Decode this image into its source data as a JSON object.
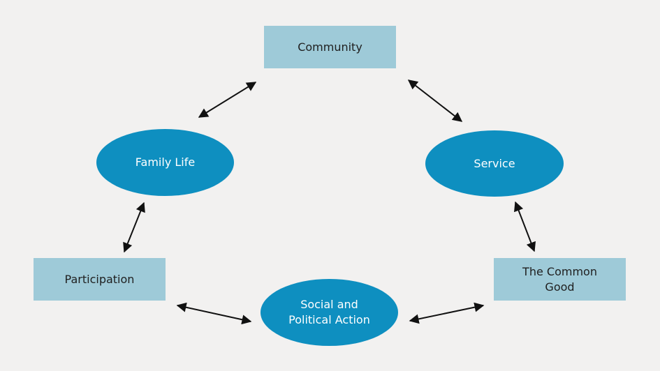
{
  "nodes": {
    "community": {
      "label": "Community"
    },
    "family_life": {
      "label": "Family Life"
    },
    "service": {
      "label": "Service"
    },
    "participation": {
      "label": "Participation"
    },
    "social_political_action": {
      "label": "Social and\nPolitical Action"
    },
    "common_good": {
      "label": "The Common\nGood"
    }
  },
  "colors": {
    "background": "#f2f1f0",
    "rectangle_fill": "#9ecad8",
    "ellipse_fill": "#0e8fc0",
    "arrow": "#111111"
  },
  "connections": [
    {
      "from": "community",
      "to": "family_life",
      "bidirectional": true
    },
    {
      "from": "community",
      "to": "service",
      "bidirectional": true
    },
    {
      "from": "family_life",
      "to": "participation",
      "bidirectional": true
    },
    {
      "from": "service",
      "to": "common_good",
      "bidirectional": true
    },
    {
      "from": "participation",
      "to": "social_political_action",
      "bidirectional": true
    },
    {
      "from": "social_political_action",
      "to": "common_good",
      "bidirectional": true
    }
  ]
}
